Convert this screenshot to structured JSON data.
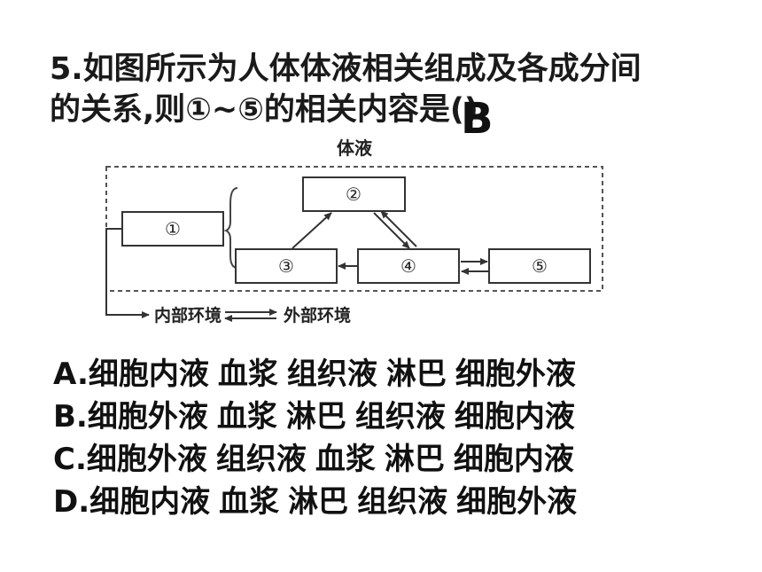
{
  "question": {
    "line1": "5.如图所示为人体体液相关组成及各成分间",
    "line2": "的关系,则①~⑤的相关内容是()"
  },
  "answer": "B",
  "figure": {
    "title": "体液",
    "boxes": [
      "①",
      "②",
      "③",
      "④",
      "⑤"
    ],
    "bottom_left": "内部环境",
    "bottom_right": "外部环境"
  },
  "options": [
    {
      "letter": "A.",
      "items": [
        "细胞内液",
        "血浆",
        "组织液",
        "淋巴",
        "细胞外液"
      ]
    },
    {
      "letter": "B.",
      "items": [
        "细胞外液",
        "血浆",
        "淋巴",
        "组织液",
        "细胞内液"
      ]
    },
    {
      "letter": "C.",
      "items": [
        "细胞外液",
        "组织液",
        "血浆",
        "淋巴",
        "细胞内液"
      ]
    },
    {
      "letter": "D.",
      "items": [
        "细胞内液",
        "血浆",
        "淋巴",
        "组织液",
        "细胞外液"
      ]
    }
  ]
}
